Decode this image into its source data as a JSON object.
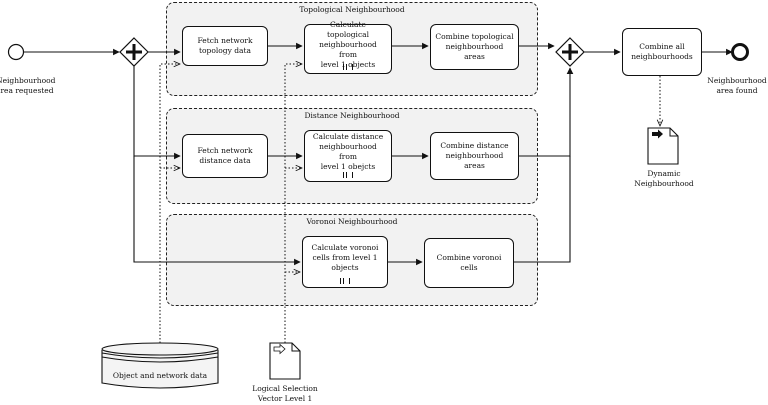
{
  "start_event": {
    "label": "Neighbourhood\narea requested"
  },
  "end_event": {
    "label": "Neighbourhood\narea found"
  },
  "lanes": {
    "topological": {
      "title": "Topological Neighbourhood"
    },
    "distance": {
      "title": "Distance Neighbourhood"
    },
    "voronoi": {
      "title": "Voronoi Neighbourhood"
    }
  },
  "tasks": {
    "fetch_topology": "Fetch network\ntopology data",
    "calc_topological": "Calculate topological\nneighbourhood from\nlevel 1 objects",
    "combine_topological": "Combine topological\nneighbourhood areas",
    "fetch_distance": "Fetch network\ndistance data",
    "calc_distance": "Calculate distance\nneighbourhood from\nlevel 1 obejcts",
    "combine_distance": "Combine distance\nneighbourhood areas",
    "calc_voronoi": "Calculate voronoi\ncells from level 1\nobjects",
    "combine_voronoi": "Combine voronoi cells",
    "combine_all": "Combine all\nneighbourhoods"
  },
  "data_store": {
    "label": "Object and network data"
  },
  "data_objects": {
    "dynamic": "Dynamic\nNeighbourhood",
    "logical_selection": "Logical Selection\nVector Level 1"
  }
}
